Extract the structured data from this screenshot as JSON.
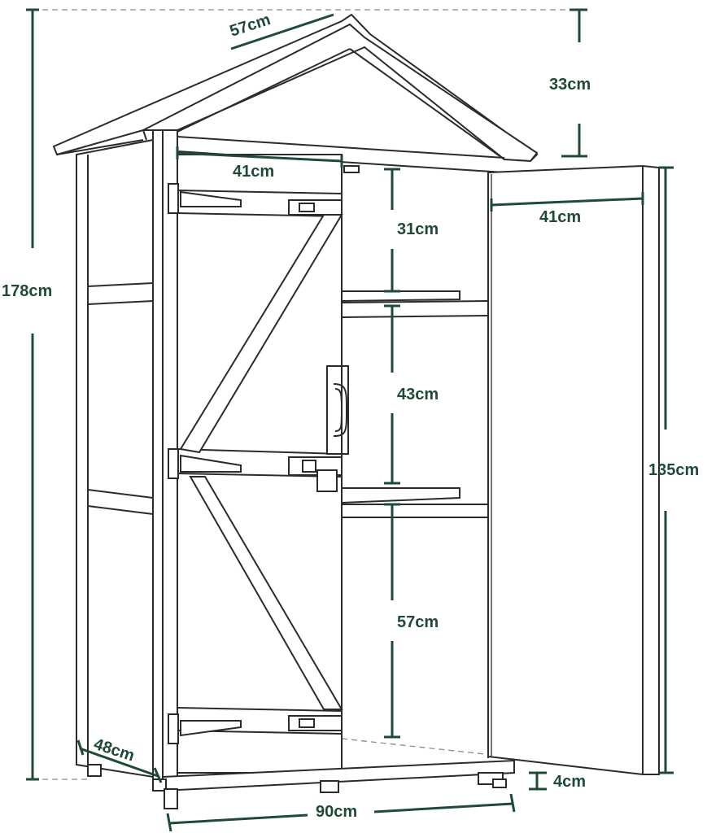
{
  "colors": {
    "dimension": "#1f4a33",
    "outline": "#2b2b2b",
    "background": "#ffffff"
  },
  "dimensions": {
    "overall_height": "178cm",
    "roof_depth": "57cm",
    "roof_height": "33cm",
    "inner_width_top": "41cm",
    "door_width": "41cm",
    "top_compartment": "31cm",
    "middle_compartment": "43cm",
    "bottom_compartment": "57cm",
    "door_height": "135cm",
    "base_depth": "48cm",
    "leg_height": "4cm",
    "overall_width": "90cm"
  }
}
